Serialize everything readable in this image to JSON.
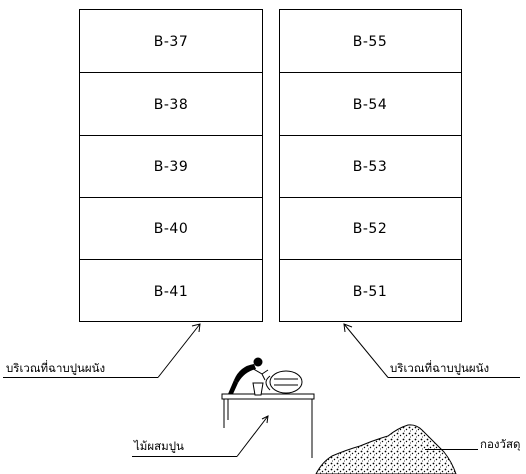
{
  "columns": [
    {
      "name": "left-column",
      "cells": [
        "B-37",
        "B-38",
        "B-39",
        "B-40",
        "B-41"
      ]
    },
    {
      "name": "right-column",
      "cells": [
        "B-55",
        "B-54",
        "B-53",
        "B-52",
        "B-51"
      ]
    }
  ],
  "annotations": {
    "plaster_area_left": "บริเวณที่ฉาบปูนผนัง",
    "plaster_area_right": "บริเวณที่ฉาบปูนผนัง",
    "mixing_table": "ไม้ผสมปูน",
    "material_pile": "กองวัสดุ"
  }
}
